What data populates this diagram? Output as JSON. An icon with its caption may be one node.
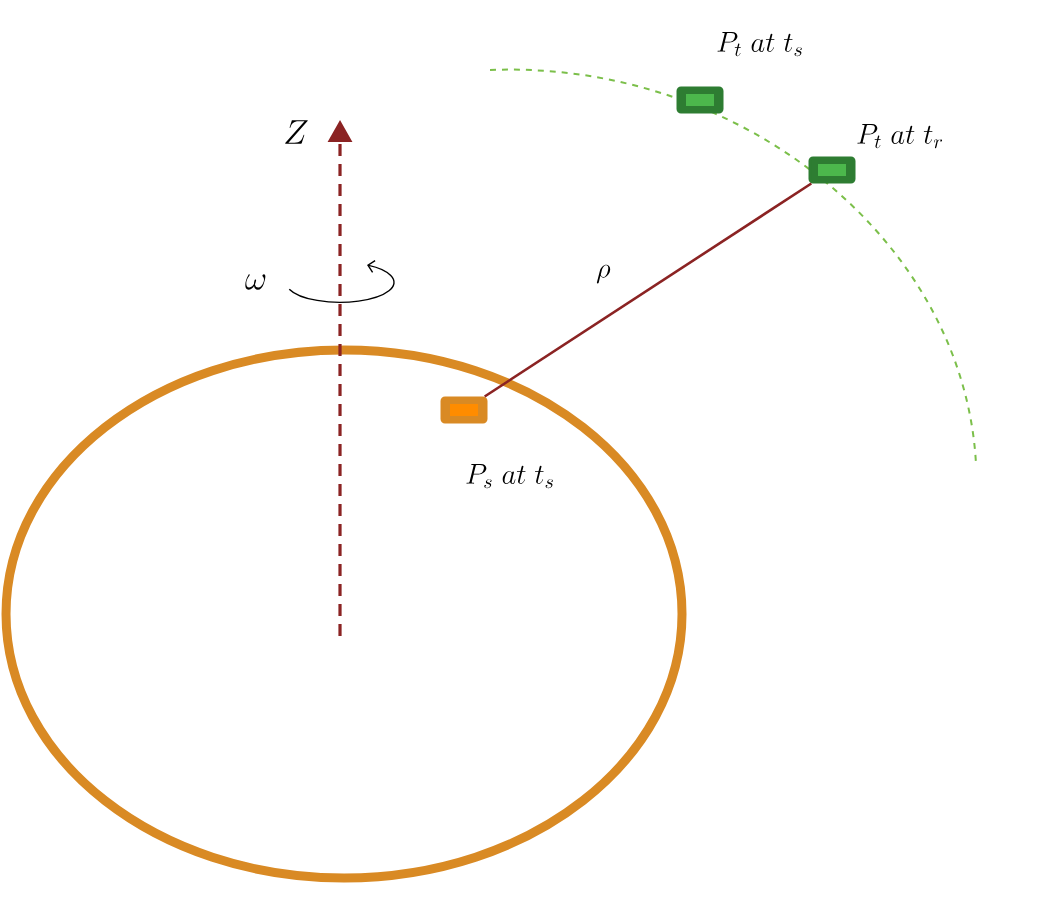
{
  "diagram": {
    "nodes": [
      {
        "text": [],
        "shape": "box",
        "beside": [
          "P_t\\;at\\;t_s"
        ]
      },
      {
        "text": [],
        "shape": "box",
        "beside": [
          "P_t\\;at\\;t_r"
        ]
      },
      {
        "text": [],
        "shape": "box",
        "beside": [
          "P_s\\;at\\;t_s"
        ]
      }
    ],
    "edges": [
      {
        "from": 2,
        "to": 1,
        "arrow": "none",
        "label": "\\rho"
      }
    ],
    "labels": [
      "Z",
      "\\omega"
    ]
  }
}
